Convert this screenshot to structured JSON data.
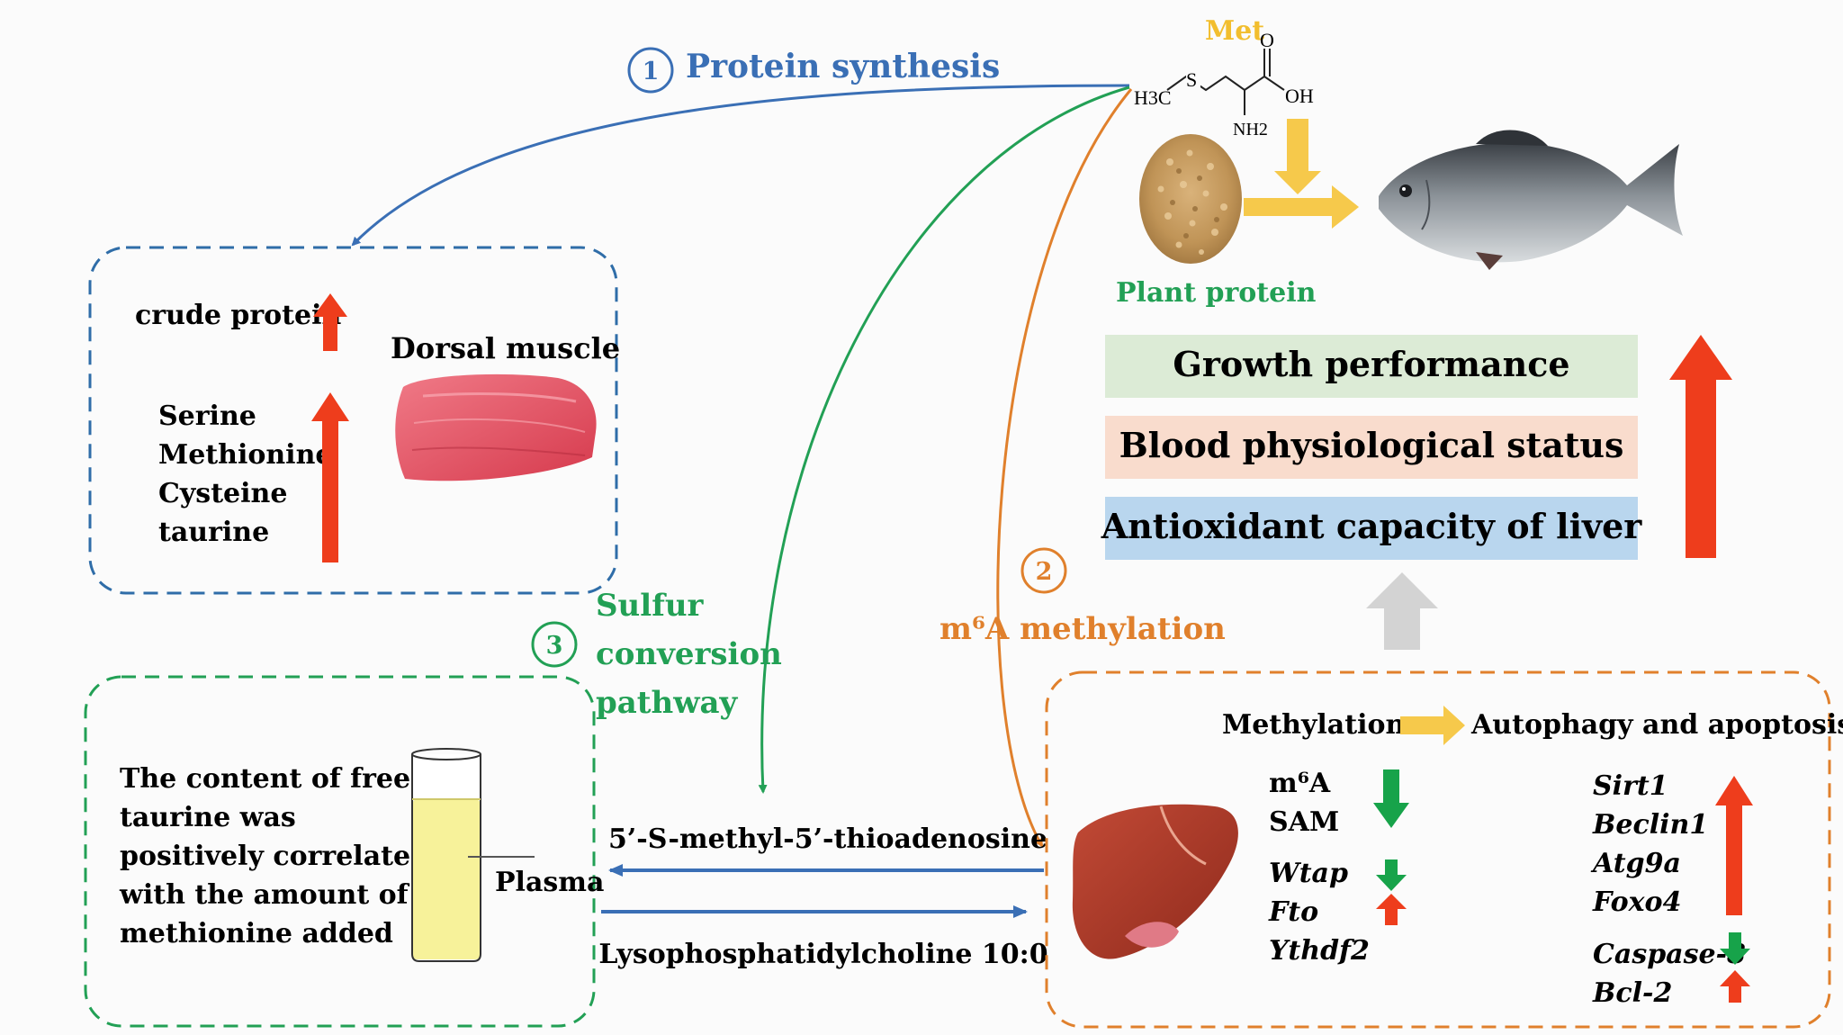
{
  "pathways": {
    "protein": {
      "num": "1",
      "label": "Protein synthesis"
    },
    "m6a": {
      "num": "2",
      "label": "m⁶A methylation"
    },
    "sulfur": {
      "num": "3",
      "line1": "Sulfur",
      "line2": "conversion",
      "line3": "pathway"
    }
  },
  "met": {
    "title": "Met",
    "o": "O",
    "oh": "OH",
    "h3c": "H3C",
    "s": "S",
    "nh2": "NH2"
  },
  "plant_protein": "Plant protein",
  "outcomes": {
    "growth": "Growth performance",
    "blood": "Blood physiological status",
    "antiox": "Antioxidant capacity of liver"
  },
  "muscle": {
    "crude_protein": "crude protein",
    "title": "Dorsal muscle",
    "amino_acids": [
      "Serine",
      "Methionine",
      "Cysteine",
      "taurine"
    ]
  },
  "plasma": {
    "text_lines": [
      "The content of free",
      "taurine was",
      "positively correlated",
      "with the amount of",
      "methionine added"
    ],
    "label": "Plasma"
  },
  "metabolites": {
    "to_plasma": "5’-S-methyl-5’-thioadenosine",
    "to_liver": "Lysophosphatidylcholine 10:0"
  },
  "liver": {
    "methylation": "Methylation",
    "autophagy": "Autophagy and  apoptosis",
    "down1": [
      "m⁶A",
      "SAM"
    ],
    "genes_w": [
      "Wtap",
      "Fto",
      "Ythdf2"
    ],
    "genes_up": [
      "Sirt1",
      "Beclin1",
      "Atg9a",
      "Foxo4"
    ],
    "genes_c": [
      "Caspase-8",
      "Bcl-2"
    ]
  },
  "colors": {
    "blue": "#3a6fb5",
    "green": "#22a055",
    "orange": "#e0802c",
    "red": "#ee3d1c",
    "down_green": "#17a34a",
    "yellow": "#f6c94b",
    "gray_arrow": "#d3d3d3",
    "growth_bg": "#dcebd6",
    "blood_bg": "#f9dccd",
    "antiox_bg": "#b9d6ee"
  }
}
